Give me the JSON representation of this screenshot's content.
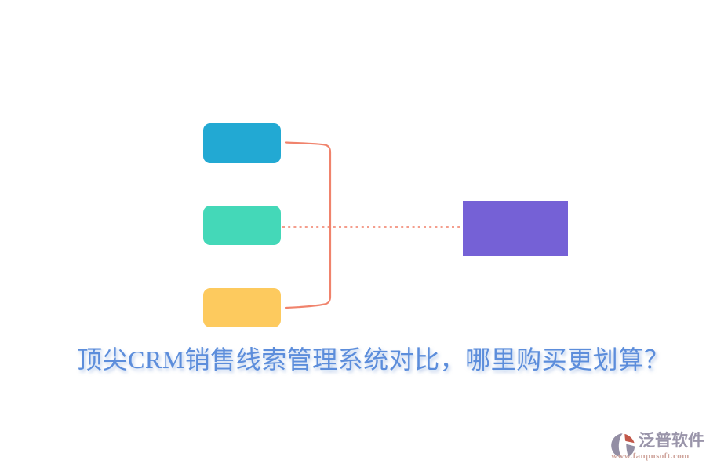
{
  "title": {
    "text": "顶尖CRM销售线索管理系统对比，哪里购买更划算？",
    "color": "#5C8DDB"
  },
  "diagram": {
    "nodes": [
      {
        "name": "top-source",
        "color": "#22A9D3"
      },
      {
        "name": "middle-source",
        "color": "#44D8B8"
      },
      {
        "name": "bottom-source",
        "color": "#FDCA5E"
      },
      {
        "name": "target",
        "color": "#7561D6"
      }
    ],
    "bracket_color": "#F0836C",
    "dotted_line_color": "#F49E8D"
  },
  "watermark": {
    "brand": "泛普软件",
    "url": "www.fanpusoft.com",
    "brand_color": "#9A95AA",
    "url_color": "#D0A69E",
    "icon_gray": "#938EA4",
    "icon_red": "#C2584A"
  }
}
